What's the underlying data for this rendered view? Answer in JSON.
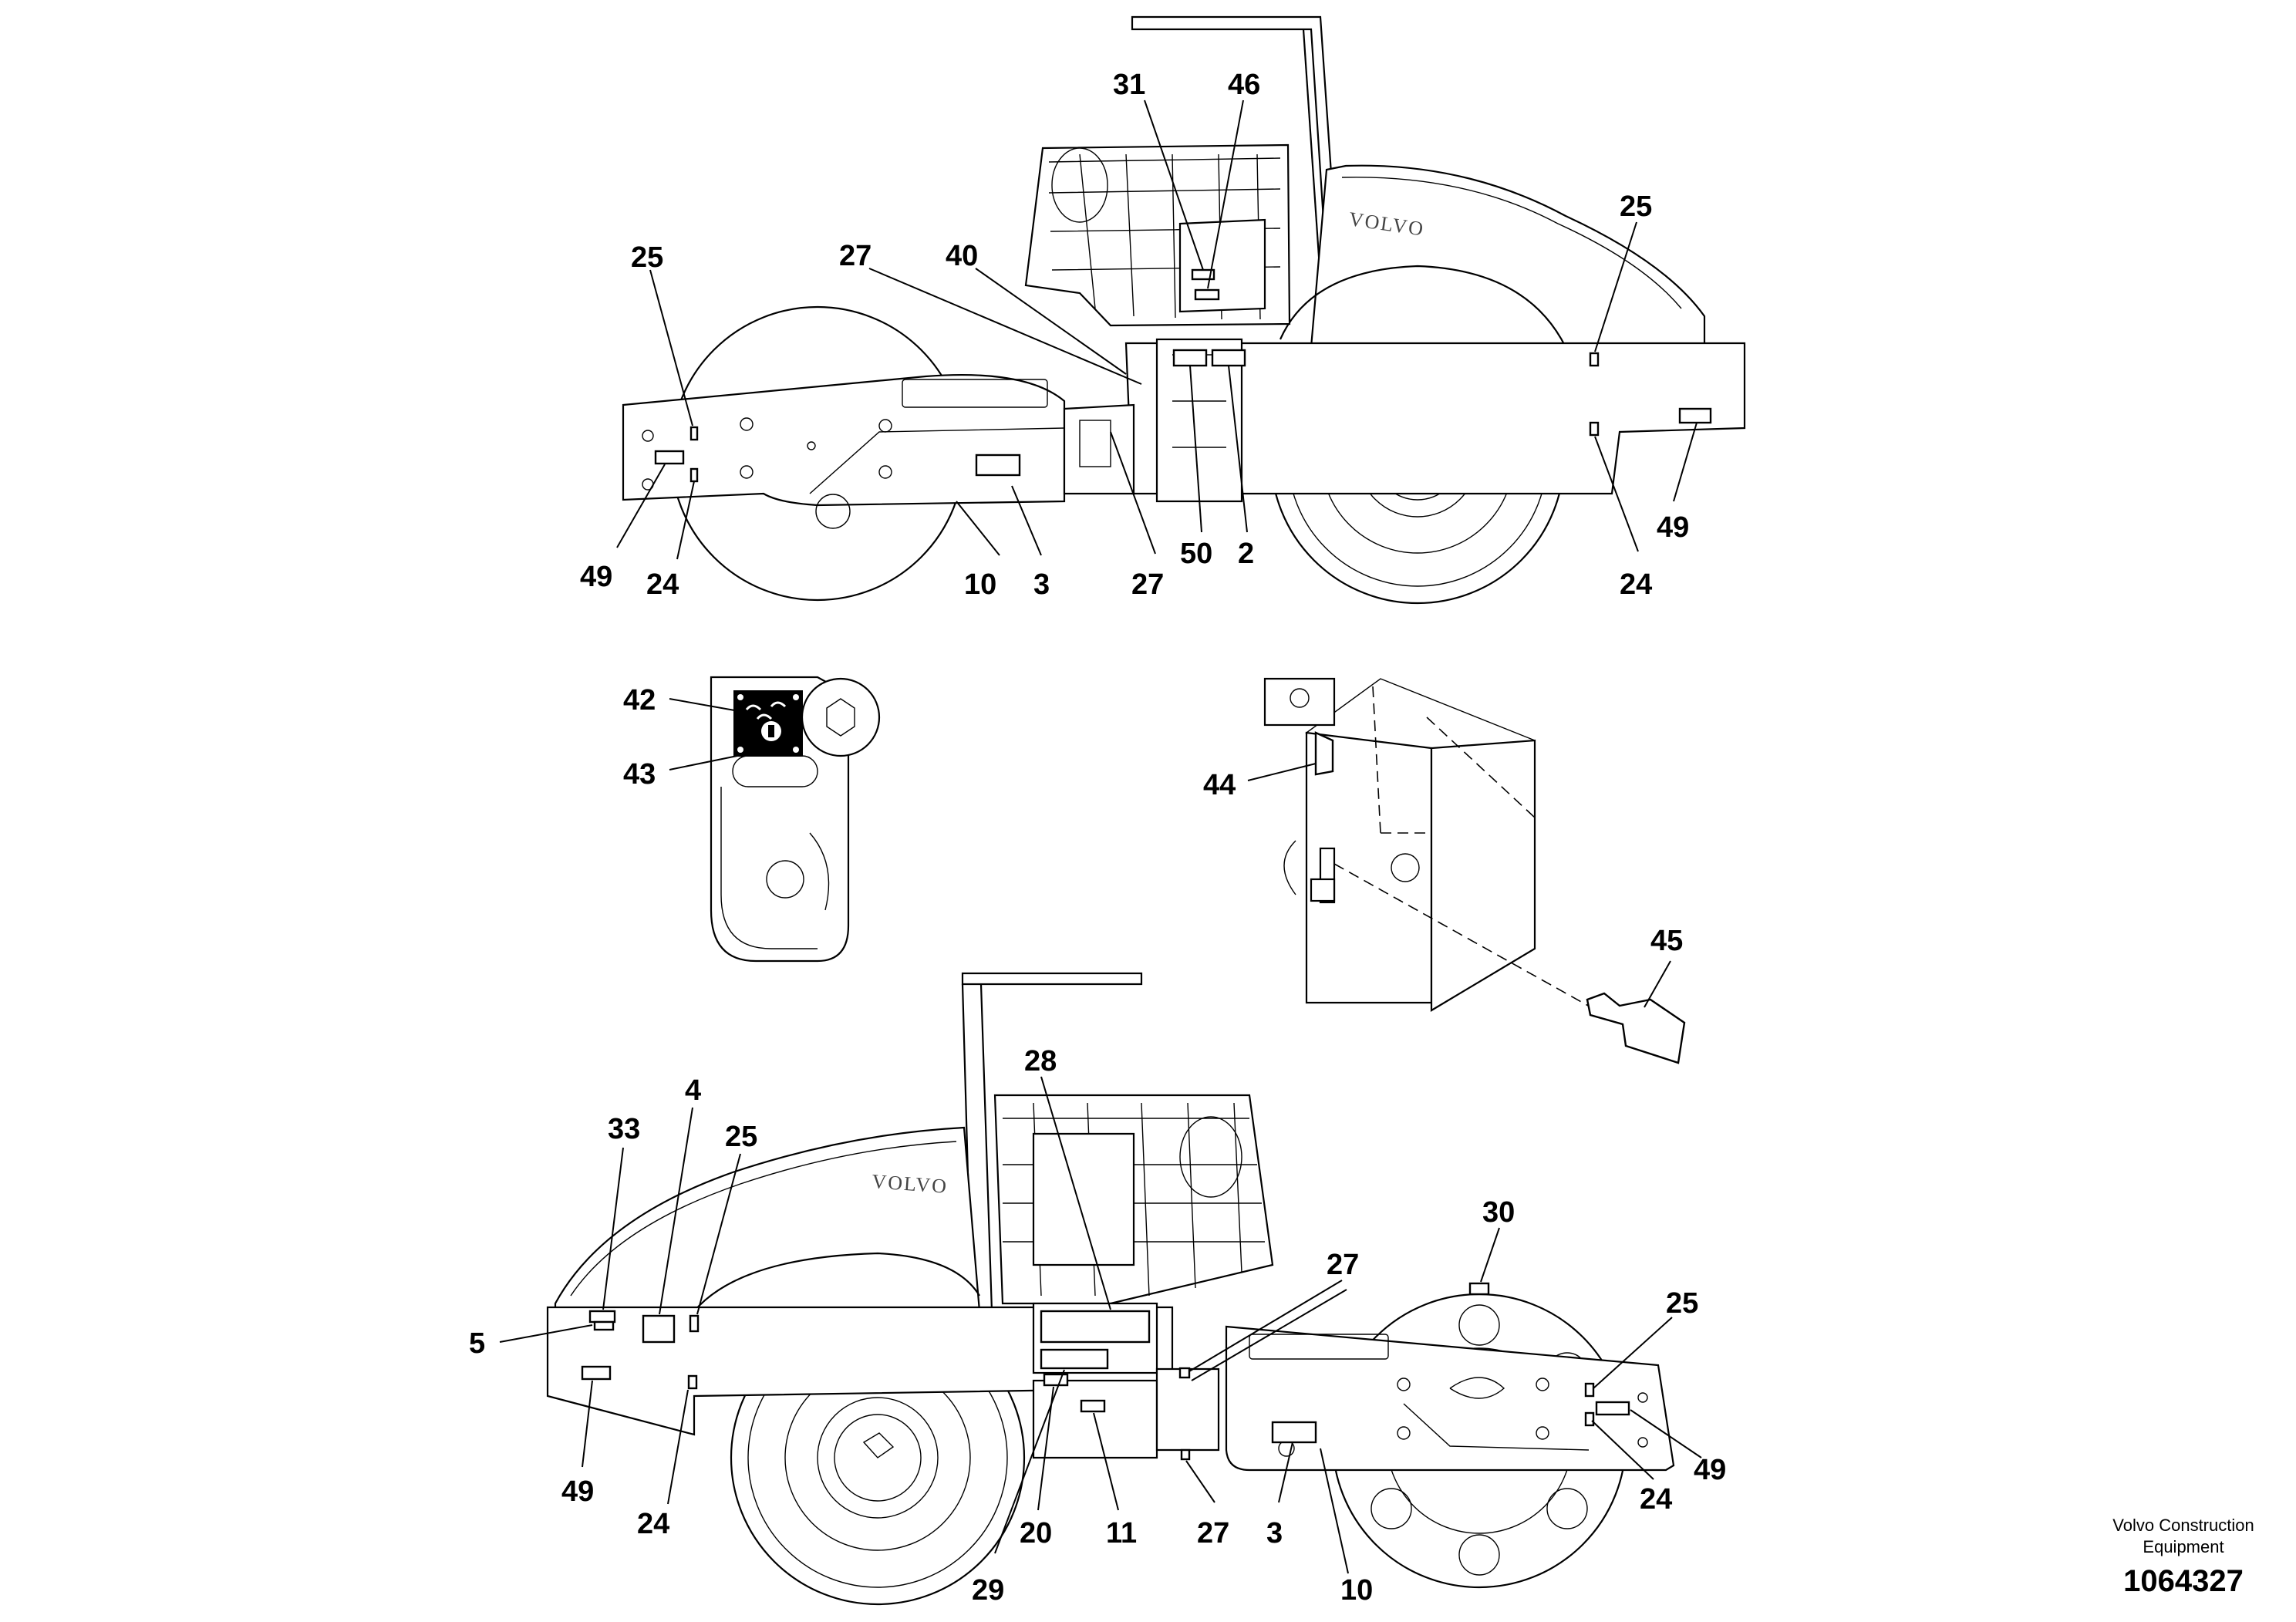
{
  "brand_text": "VOLVO",
  "views": [
    {
      "name": "left-side-view",
      "callouts": [
        "25",
        "27",
        "40",
        "31",
        "46",
        "25",
        "49",
        "24",
        "10",
        "3",
        "27",
        "50",
        "2",
        "24",
        "49"
      ]
    },
    {
      "name": "towing-hook-detail",
      "callouts": [
        "42",
        "43"
      ]
    },
    {
      "name": "battery-box-detail",
      "callouts": [
        "44",
        "45"
      ]
    },
    {
      "name": "right-side-view",
      "callouts": [
        "33",
        "4",
        "25",
        "28",
        "5",
        "49",
        "24",
        "30",
        "27",
        "25",
        "49",
        "24",
        "20",
        "11",
        "27",
        "3",
        "10",
        "29"
      ]
    }
  ],
  "footer": {
    "manufacturer": "Volvo Construction Equipment",
    "document_number": "1064327"
  }
}
